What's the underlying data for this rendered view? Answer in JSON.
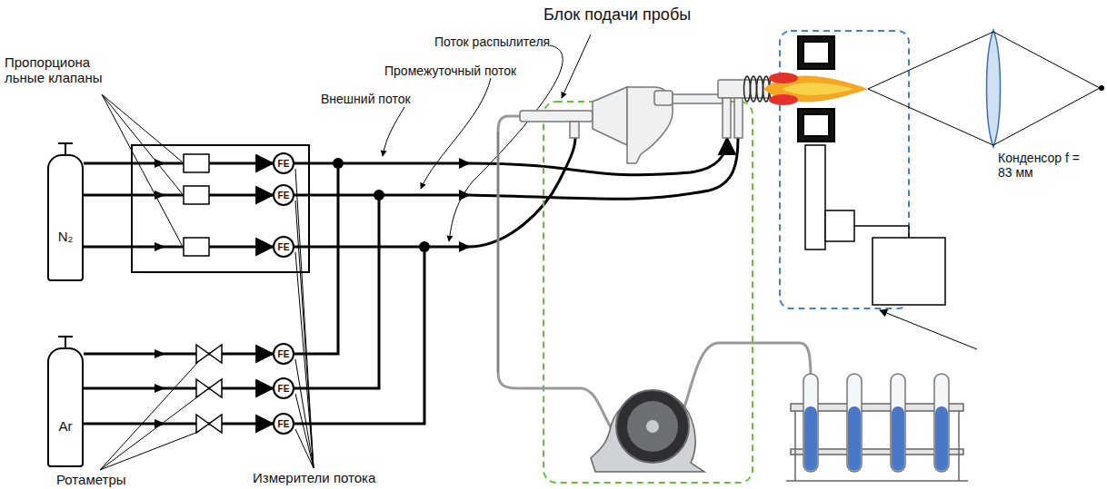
{
  "diagram": {
    "nodes": [
      {
        "text": [
          "N₂"
        ]
      },
      {
        "text": [
          "FE"
        ]
      },
      {
        "text": [
          "FE"
        ]
      },
      {
        "text": [
          "FE"
        ]
      },
      {
        "text": [
          "Ar"
        ]
      },
      {
        "text": [
          "FE"
        ]
      },
      {
        "text": [
          "FE"
        ]
      },
      {
        "text": [
          "FE"
        ]
      }
    ],
    "edges": [
      {
        "from": 0,
        "to": 1,
        "arrow": "to"
      },
      {
        "from": 0,
        "to": 2,
        "arrow": "to"
      },
      {
        "from": 0,
        "to": 3,
        "arrow": "to"
      },
      {
        "from": 4,
        "to": 5,
        "arrow": "to"
      },
      {
        "from": 4,
        "to": 6,
        "arrow": "to"
      },
      {
        "from": 4,
        "to": 7,
        "arrow": "to"
      }
    ],
    "labels": [
      "Блок подачи пробы",
      "Поток распылителя",
      "Промежуточный поток",
      "Внешний поток",
      "Пропорциона льные клапаны",
      "Ротаметры",
      "Измерители потока",
      "Конденсор f = 83 мм"
    ]
  }
}
